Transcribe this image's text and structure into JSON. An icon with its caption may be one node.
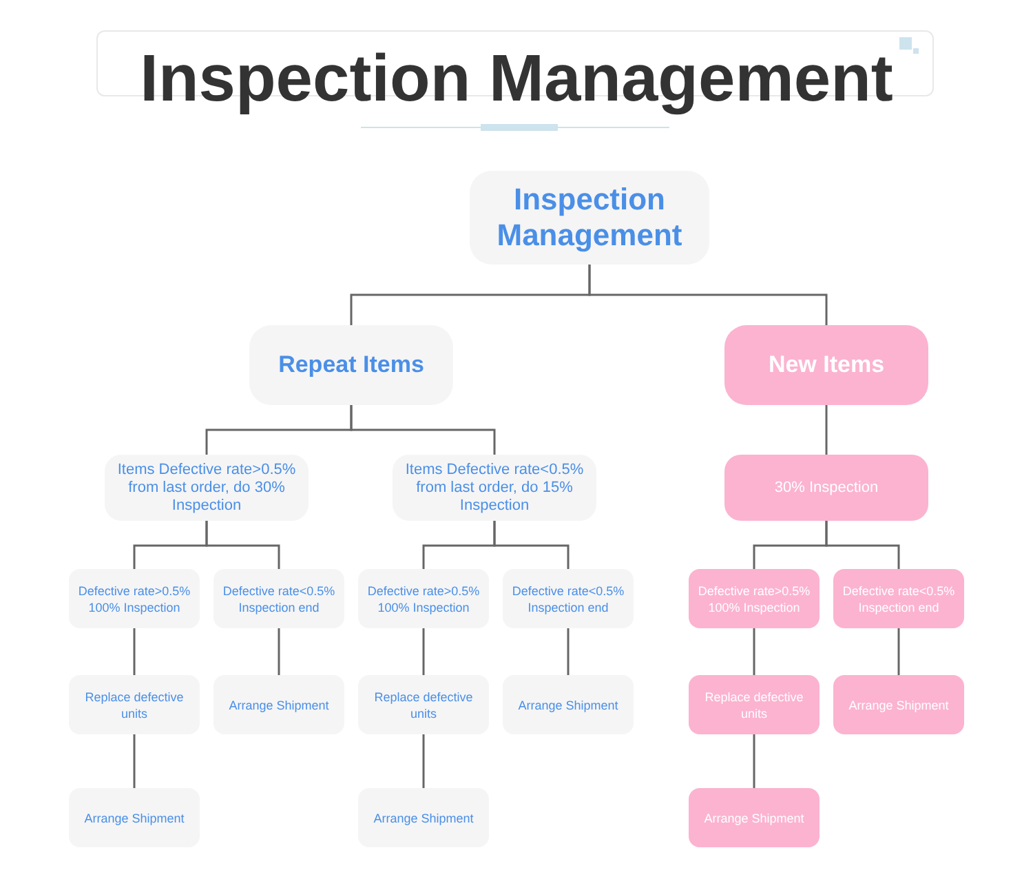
{
  "diagram": {
    "title": "Inspection Management",
    "nodes": [
      {
        "text": [
          "Inspection Management"
        ]
      },
      {
        "text": [
          "Repeat Items"
        ]
      },
      {
        "text": [
          "New Items"
        ]
      },
      {
        "text": [
          "Items Defective rate>0.5% from last order, do 30% Inspection"
        ]
      },
      {
        "text": [
          "Items Defective rate<0.5% from last order, do 15% Inspection"
        ]
      },
      {
        "text": [
          "30% Inspection"
        ]
      },
      {
        "text": [
          "Defective rate>0.5% 100% Inspection"
        ]
      },
      {
        "text": [
          "Defective rate<0.5% Inspection end"
        ]
      },
      {
        "text": [
          "Defective rate>0.5% 100% Inspection"
        ]
      },
      {
        "text": [
          "Defective rate<0.5% Inspection end"
        ]
      },
      {
        "text": [
          "Defective rate>0.5% 100% Inspection"
        ]
      },
      {
        "text": [
          "Defective rate<0.5% Inspection end"
        ]
      },
      {
        "text": [
          "Replace defective units"
        ]
      },
      {
        "text": [
          "Arrange Shipment"
        ]
      },
      {
        "text": [
          "Replace defective units"
        ]
      },
      {
        "text": [
          "Arrange Shipment"
        ]
      },
      {
        "text": [
          "Replace defective units"
        ]
      },
      {
        "text": [
          "Arrange Shipment"
        ]
      },
      {
        "text": [
          "Arrange Shipment"
        ]
      },
      {
        "text": [
          "Arrange Shipment"
        ]
      },
      {
        "text": [
          "Arrange Shipment"
        ]
      }
    ],
    "edges": [
      {
        "from": 0,
        "to": 1,
        "arrow": "none"
      },
      {
        "from": 0,
        "to": 2,
        "arrow": "none"
      },
      {
        "from": 1,
        "to": 3,
        "arrow": "none"
      },
      {
        "from": 1,
        "to": 4,
        "arrow": "none"
      },
      {
        "from": 2,
        "to": 5,
        "arrow": "none"
      },
      {
        "from": 3,
        "to": 6,
        "arrow": "none"
      },
      {
        "from": 3,
        "to": 7,
        "arrow": "none"
      },
      {
        "from": 4,
        "to": 8,
        "arrow": "none"
      },
      {
        "from": 4,
        "to": 9,
        "arrow": "none"
      },
      {
        "from": 5,
        "to": 10,
        "arrow": "none"
      },
      {
        "from": 5,
        "to": 11,
        "arrow": "none"
      },
      {
        "from": 6,
        "to": 12,
        "arrow": "none"
      },
      {
        "from": 7,
        "to": 13,
        "arrow": "none"
      },
      {
        "from": 8,
        "to": 14,
        "arrow": "none"
      },
      {
        "from": 9,
        "to": 15,
        "arrow": "none"
      },
      {
        "from": 10,
        "to": 16,
        "arrow": "none"
      },
      {
        "from": 11,
        "to": 17,
        "arrow": "none"
      },
      {
        "from": 12,
        "to": 18,
        "arrow": "none"
      },
      {
        "from": 14,
        "to": 19,
        "arrow": "none"
      },
      {
        "from": 16,
        "to": 20,
        "arrow": "none"
      }
    ]
  }
}
